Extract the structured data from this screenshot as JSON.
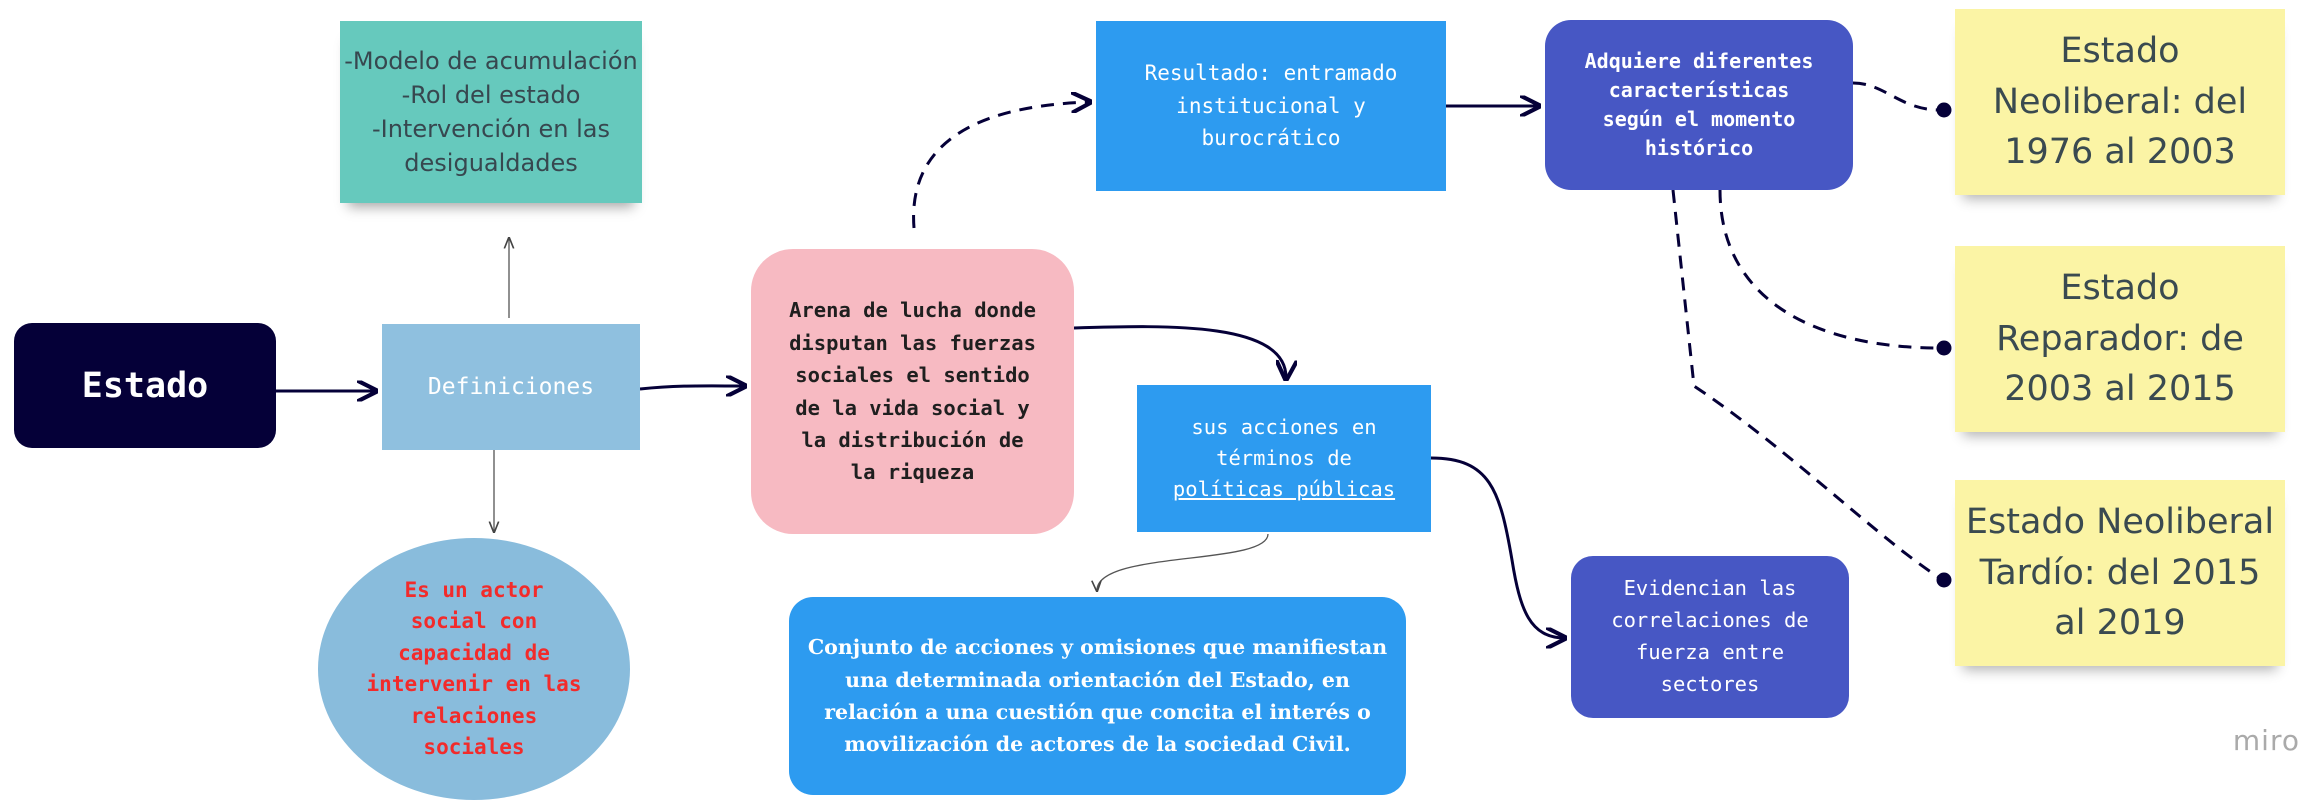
{
  "nodes": {
    "estado": "Estado",
    "definiciones": "Definiciones",
    "definitions_note": "-Modelo de acumulación\n-Rol del estado\n-Intervención en las\ndesigualdades",
    "actor_social": "Es un actor\nsocial con\ncapacidad de\nintervenir en las\nrelaciones\nsociales",
    "arena": "Arena de lucha donde\ndisputan las fuerzas\nsociales el sentido\nde la vida social y\nla distribución de\nla riqueza",
    "resultado": "Resultado: entramado\ninstitucional y\nburocrático",
    "adquiere": "Adquiere diferentes\ncaracterísticas\nsegún el momento\nhistórico",
    "acciones_text": "sus acciones en\ntérminos de",
    "acciones_link": "políticas públicas",
    "conjunto": "Conjunto de acciones y omisiones que manifiestan\nuna determinada orientación del Estado, en\nrelación a una cuestión que concita el interés o\nmovilización de actores de la sociedad Civil.",
    "evidencian": "Evidencian las\ncorrelaciones de\nfuerza entre\nsectores"
  },
  "periods": [
    "Estado\nNeoliberal: del\n1976 al 2003",
    "Estado\nReparador: de\n2003 al 2015",
    "Estado Neoliberal\nTardío: del 2015\nal 2019"
  ],
  "brand": "miro",
  "colors": {
    "dark_navy": "#050038",
    "light_blue": "#8fc0df",
    "teal": "#66c9bd",
    "pink": "#f7bac2",
    "bright_blue": "#2d9bf0",
    "indigo": "#4757c4",
    "sticky_yellow": "#fbf4a5",
    "red_text": "#f22b2b",
    "connector": "#050038"
  }
}
